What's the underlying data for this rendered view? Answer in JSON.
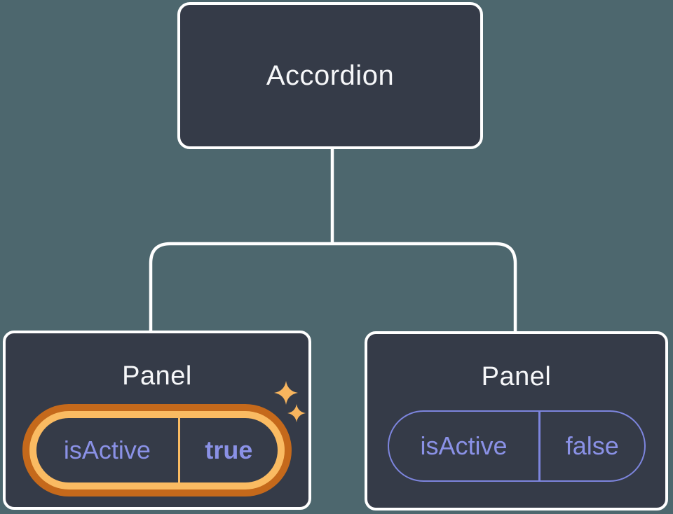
{
  "diagram": {
    "description": "Component tree: Accordion parent with two Panel children holding isActive state",
    "root": {
      "label": "Accordion"
    },
    "panels": [
      {
        "title": "Panel",
        "prop_label": "isActive",
        "prop_value": "true",
        "highlighted": true
      },
      {
        "title": "Panel",
        "prop_label": "isActive",
        "prop_value": "false",
        "highlighted": false
      }
    ]
  },
  "colors": {
    "background": "#4D676E",
    "node_fill": "#353B48",
    "node_border": "#FFFFFF",
    "title_text": "#F6F7F9",
    "prop_text": "#8A91E6",
    "pill_border_purple": "#7D85DE",
    "highlight_outer": "#C5691B",
    "highlight_inner": "#FABB62",
    "sparkle": "#F8B55E",
    "connector": "#FFFFFF"
  }
}
